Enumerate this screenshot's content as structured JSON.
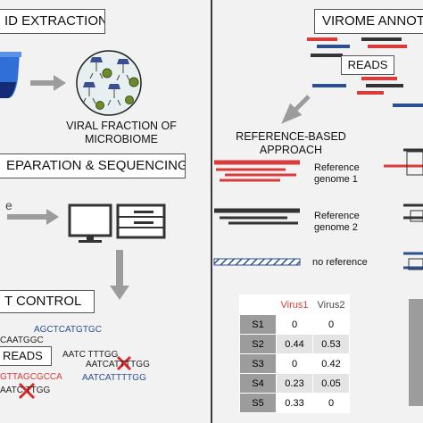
{
  "colors": {
    "red": "#d93a3a",
    "blue": "#2b4f8f",
    "dark": "#333333",
    "arrow_gray": "#9c9c9c",
    "panel_bg": "#f2f2f2"
  },
  "left": {
    "extraction_title": "ID EXTRACTION",
    "viral_caption": "VIRAL FRACTION OF MICROBIOME",
    "sequencing_title": "EPARATION & SEQUENCING",
    "partial_e": "e",
    "control_title": "T CONTROL",
    "reads_label": "READS",
    "seqs": [
      "AGCTCATGTGC",
      "CAATGGC",
      "AATCATTTTGG",
      "AATC TTTGG",
      "GTTAGCGCCA",
      "AATC TTGG",
      "AATCATTTTGG"
    ]
  },
  "right": {
    "annotation_title": "VIROME ANNOTA",
    "reads_label": "READS",
    "approach_label": "REFERENCE-BASED APPROACH",
    "ref1": "Reference genome 1",
    "ref2": "Reference genome 2",
    "noref": "no reference",
    "table": {
      "headers": [
        "Virus1",
        "Virus2"
      ],
      "rows": [
        {
          "label": "S1",
          "v1": "0",
          "v2": "0"
        },
        {
          "label": "S2",
          "v1": "0.44",
          "v2": "0.53"
        },
        {
          "label": "S3",
          "v1": "0",
          "v2": "0.42"
        },
        {
          "label": "S4",
          "v1": "0.23",
          "v2": "0.05"
        },
        {
          "label": "S5",
          "v1": "0.33",
          "v2": "0"
        }
      ]
    }
  }
}
